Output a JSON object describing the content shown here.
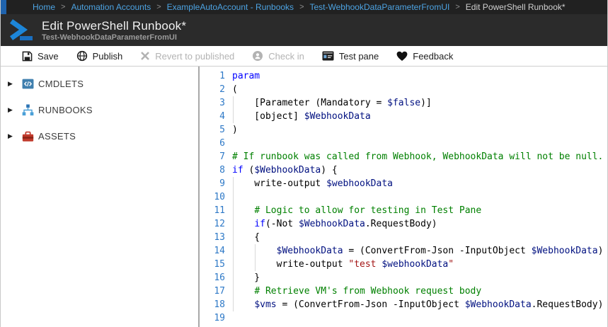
{
  "breadcrumb": {
    "separator": ">",
    "links": [
      "Home",
      "Automation Accounts",
      "ExampleAutoAccount - Runbooks",
      "Test-WebhookDataParameterFromUI"
    ],
    "current": "Edit PowerShell Runbook*"
  },
  "header": {
    "title": "Edit PowerShell Runbook*",
    "subtitle": "Test-WebhookDataParameterFromUI",
    "icon": "powershell-chevron-icon"
  },
  "toolbar": {
    "items": [
      {
        "label": "Save",
        "icon": "floppy-disk",
        "enabled": true
      },
      {
        "label": "Publish",
        "icon": "globe",
        "enabled": true
      },
      {
        "label": "Revert to published",
        "icon": "x-mark",
        "enabled": false
      },
      {
        "label": "Check in",
        "icon": "person-circle",
        "enabled": false
      },
      {
        "label": "Test pane",
        "icon": "console-window",
        "enabled": true
      },
      {
        "label": "Feedback",
        "icon": "heart",
        "enabled": true
      }
    ]
  },
  "sidebar": {
    "items": [
      {
        "label": "CMDLETS",
        "icon": "code-tags",
        "icon_color": "#3f7fae"
      },
      {
        "label": "RUNBOOKS",
        "icon": "hierarchy",
        "icon_color": "#4ba0d8"
      },
      {
        "label": "ASSETS",
        "icon": "toolbox",
        "icon_color": "#c0392b"
      }
    ],
    "expander_icon": "triangle-right"
  },
  "colors": {
    "breadcrumb_bg": "#212121",
    "breadcrumb_link": "#4da3e2",
    "header_bg": "#2b2b2b",
    "accent_blue": "#1d86d8",
    "divider": "#a8a8a8"
  },
  "editor": {
    "colors": {
      "keyword": "#0000ff",
      "variable": "#001080",
      "string": "#a31515",
      "comment": "#008000",
      "plain": "#000000",
      "line_number": "#2e79c7",
      "indent_guide": "#d8d8d8"
    },
    "lines": [
      {
        "n": 1,
        "g": [],
        "t": [
          [
            "k",
            "param"
          ]
        ]
      },
      {
        "n": 2,
        "g": [],
        "t": [
          [
            "n",
            "("
          ]
        ]
      },
      {
        "n": 3,
        "g": [
          0
        ],
        "t": [
          [
            "n",
            "    [Parameter (Mandatory = "
          ],
          [
            "v",
            "$false"
          ],
          [
            "n",
            ")]"
          ]
        ]
      },
      {
        "n": 4,
        "g": [
          0
        ],
        "t": [
          [
            "n",
            "    [object] "
          ],
          [
            "v",
            "$WebhookData"
          ]
        ]
      },
      {
        "n": 5,
        "g": [],
        "t": [
          [
            "n",
            ")"
          ]
        ]
      },
      {
        "n": 6,
        "g": [],
        "t": []
      },
      {
        "n": 7,
        "g": [],
        "t": [
          [
            "c",
            "# If runbook was called from Webhook, WebhookData will not be null."
          ]
        ]
      },
      {
        "n": 8,
        "g": [],
        "t": [
          [
            "k",
            "if"
          ],
          [
            "n",
            " ("
          ],
          [
            "v",
            "$WebhookData"
          ],
          [
            "n",
            ") {"
          ]
        ]
      },
      {
        "n": 9,
        "g": [
          0
        ],
        "t": [
          [
            "n",
            "    write-output "
          ],
          [
            "v",
            "$webhookData"
          ]
        ]
      },
      {
        "n": 10,
        "g": [
          0
        ],
        "t": []
      },
      {
        "n": 11,
        "g": [
          0
        ],
        "t": [
          [
            "n",
            "    "
          ],
          [
            "c",
            "# Logic to allow for testing in Test Pane"
          ]
        ]
      },
      {
        "n": 12,
        "g": [
          0
        ],
        "t": [
          [
            "n",
            "    "
          ],
          [
            "k",
            "if"
          ],
          [
            "n",
            "(-Not "
          ],
          [
            "v",
            "$WebhookData"
          ],
          [
            "n",
            ".RequestBody)"
          ]
        ]
      },
      {
        "n": 13,
        "g": [
          0
        ],
        "t": [
          [
            "n",
            "    {"
          ]
        ]
      },
      {
        "n": 14,
        "g": [
          0,
          4
        ],
        "t": [
          [
            "n",
            "        "
          ],
          [
            "v",
            "$WebhookData"
          ],
          [
            "n",
            " = (ConvertFrom-Json -InputObject "
          ],
          [
            "v",
            "$WebhookData"
          ],
          [
            "n",
            ")"
          ]
        ]
      },
      {
        "n": 15,
        "g": [
          0,
          4
        ],
        "t": [
          [
            "n",
            "        write-output "
          ],
          [
            "s",
            "\"test "
          ],
          [
            "v",
            "$webhookData"
          ],
          [
            "s",
            "\""
          ]
        ]
      },
      {
        "n": 16,
        "g": [
          0
        ],
        "t": [
          [
            "n",
            "    }"
          ]
        ]
      },
      {
        "n": 17,
        "g": [
          0
        ],
        "t": [
          [
            "n",
            "    "
          ],
          [
            "c",
            "# Retrieve VM's from Webhook request body"
          ]
        ]
      },
      {
        "n": 18,
        "g": [
          0
        ],
        "t": [
          [
            "n",
            "    "
          ],
          [
            "v",
            "$vms"
          ],
          [
            "n",
            " = (ConvertFrom-Json -InputObject "
          ],
          [
            "v",
            "$WebhookData"
          ],
          [
            "n",
            ".RequestBody)"
          ]
        ]
      },
      {
        "n": 19,
        "g": [],
        "t": []
      }
    ]
  }
}
